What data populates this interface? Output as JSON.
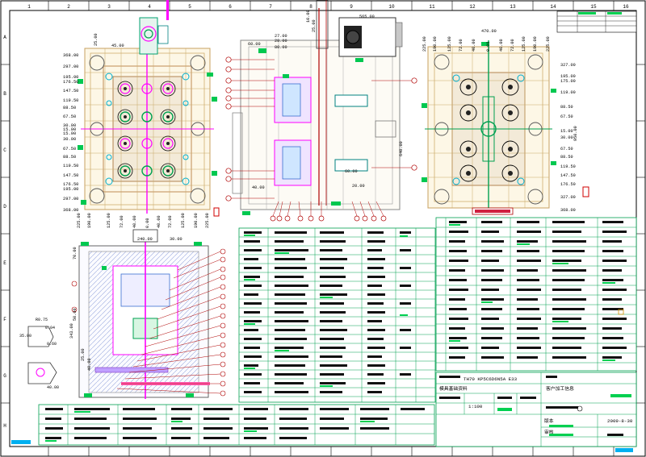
{
  "drawing": {
    "border_columns": [
      "1",
      "2",
      "3",
      "4",
      "5",
      "6",
      "7",
      "8",
      "9",
      "10",
      "11",
      "12",
      "13",
      "14",
      "15",
      "16"
    ],
    "border_rows": [
      "A",
      "B",
      "C",
      "D",
      "E",
      "F",
      "G",
      "H"
    ],
    "top_view_left_dims": [
      "368.00",
      "297.00",
      "195.00",
      "176.50",
      "147.50",
      "119.50",
      "88.50",
      "67.50",
      "30.00",
      "15.00",
      "15.00",
      "30.00",
      "67.50",
      "88.50",
      "119.50",
      "147.50",
      "176.50",
      "195.00",
      "297.00",
      "368.00"
    ],
    "top_view_bottom_dims": [
      "225.00",
      "190.00",
      "125.00",
      "72.00",
      "40.00",
      "0.00",
      "40.00",
      "72.00",
      "125.00",
      "190.00",
      "225.00"
    ],
    "top_view_top_dims": [
      "25.00",
      "45.00"
    ],
    "center_view_dims": [
      "565.00",
      "60.00",
      "80.00",
      "27.00",
      "28.00",
      "25.00",
      "10.00",
      "60.00",
      "20.00",
      "40.00",
      "640.00"
    ],
    "right_view_top_dims": [
      "470.00",
      "225.00",
      "190.00",
      "125.00",
      "72.00",
      "40.00",
      "0.00",
      "40.00",
      "72.00",
      "125.00",
      "190.00",
      "225.00"
    ],
    "right_view_right_dims": [
      "327.00",
      "195.00",
      "175.00",
      "119.00",
      "88.50",
      "67.50",
      "15.00",
      "30.00",
      "67.50",
      "88.50",
      "119.50",
      "147.50",
      "176.50",
      "327.00",
      "368.00"
    ],
    "right_view_side_dim": "950.00",
    "section_view_dims": [
      "240.00",
      "30.00",
      "70.00",
      "50.00",
      "343.00",
      "40.00",
      "25.00"
    ],
    "detail_view_dims": [
      "0.04",
      "R0.75",
      "35.00",
      "0.60",
      "40.00"
    ],
    "title_block": {
      "model": "TH70 KP5C6D6N5A E33",
      "row_label_1": "模具基础资料",
      "row_label_2": "客户加工信息",
      "scale": "1:100",
      "date": "2009-8-30",
      "label_a": "版本",
      "label_b": "审核"
    }
  }
}
